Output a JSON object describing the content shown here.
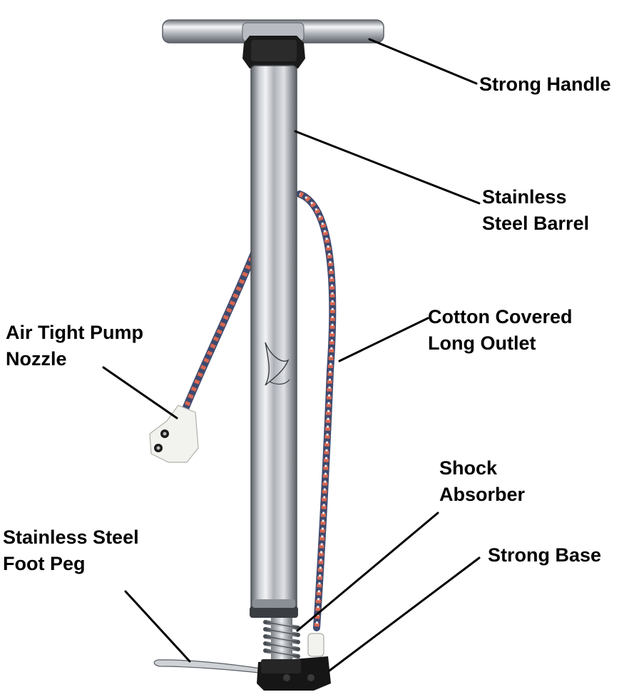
{
  "diagram": {
    "subject": "Bicycle floor pump",
    "labels": {
      "handle": [
        "Strong Handle"
      ],
      "barrel": [
        "Stainless",
        "Steel Barrel"
      ],
      "hose": [
        "Cotton Covered",
        "Long Outlet"
      ],
      "nozzle": [
        "Air Tight Pump",
        "Nozzle"
      ],
      "shock": [
        "Shock",
        "Absorber"
      ],
      "base": [
        "Strong Base"
      ],
      "foot_peg": [
        "Stainless Steel",
        "Foot Peg"
      ]
    }
  },
  "colors": {
    "label_text": "#000000",
    "leader_line": "#000000",
    "steel_light": "#e4e6ea",
    "steel_dark": "#6d7278",
    "handle_grip_black": "#1a1a1a",
    "hose_red": "#d9664f",
    "hose_blue": "#4a5a86",
    "hose_white": "#efefef",
    "nozzle_white": "#f2f2ee",
    "base_black": "#161616"
  }
}
